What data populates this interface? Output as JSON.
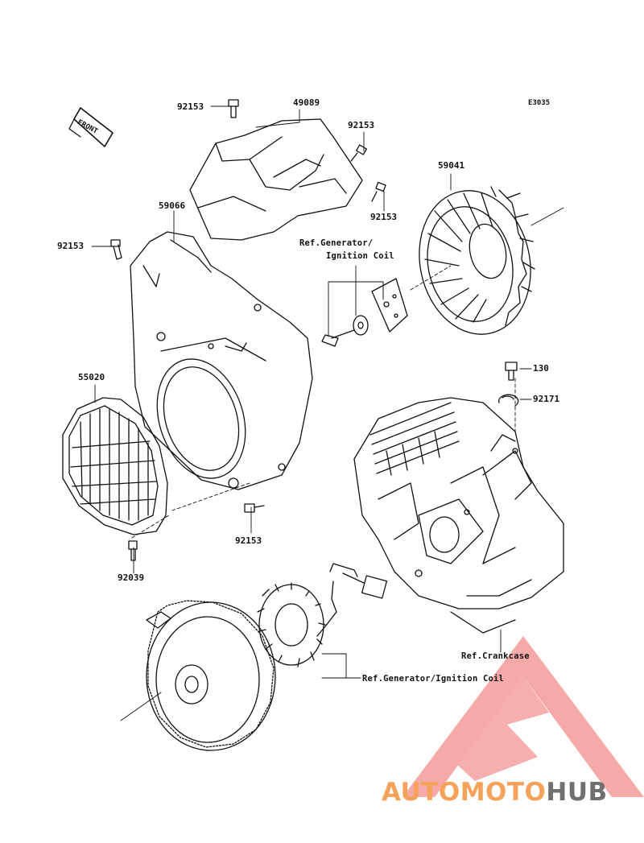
{
  "diagram_code": "E3035",
  "front_label": "FRONT",
  "parts": {
    "p92153_top": "92153",
    "p49089": "49089",
    "p92153_right": "92153",
    "p92153_mid": "92153",
    "p59041": "59041",
    "p59066": "59066",
    "p92153_left": "92153",
    "p55020": "55020",
    "p130": "130",
    "p92171": "92171",
    "p92153_bottom": "92153",
    "p92039": "92039"
  },
  "refs": {
    "generator_ignition_top_line1": "Ref.Generator/",
    "generator_ignition_top_line2": "Ignition Coil",
    "crankcase": "Ref.Crankcase",
    "generator_ignition_bottom": "Ref.Generator/Ignition Coil"
  },
  "watermark": {
    "part1": "AUTOMOTO",
    "part2": "HUB",
    "color1": "#f5a25a",
    "color2": "#707070",
    "logo_color": "#f08080"
  }
}
